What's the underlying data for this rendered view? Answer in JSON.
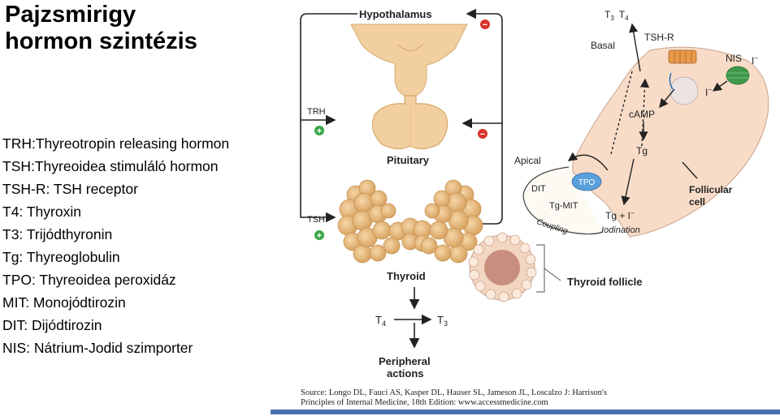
{
  "title": {
    "line1": "Pajzsmirigy",
    "line2": "hormon szintézis"
  },
  "glossary": [
    "TRH:Thyreotropin releasing hormon",
    "TSH:Thyreoidea stimuláló hormon",
    "TSH-R: TSH receptor",
    "T4: Thyroxin",
    "T3: Trijódthyronin",
    "Tg: Thyreoglobulin",
    "TPO: Thyreoidea peroxidáz",
    "MIT: Monojódtirozin",
    "DIT: Dijódtirozin",
    "NIS: Nátrium-Jodid szimporter"
  ],
  "diagram": {
    "hypothalamus": "Hypothalamus",
    "pituitary": "Pituitary",
    "thyroid": "Thyroid",
    "thyroid_follicle": "Thyroid follicle",
    "trh": "TRH",
    "tsh": "TSH",
    "t4": "T",
    "t4_sub": "4",
    "t3": "T",
    "t3_sub": "3",
    "peripheral_line1": "Peripheral",
    "peripheral_line2": "actions",
    "basal": "Basal",
    "tsh_r": "TSH-R",
    "nis": "NIS",
    "iodide": "I",
    "camp": "cAMP",
    "tg": "Tg",
    "apical": "Apical",
    "tpo": "TPO",
    "dit": "DIT",
    "tg_mit": "Tg-MIT",
    "coupling": "Coupling",
    "tg_plus_i": "Tg + I",
    "iodination": "Iodination",
    "follicular_line1": "Follicular",
    "follicular_line2": "cell",
    "t3_t4_top": "T",
    "minus_sign": "−",
    "plus_sign": "+"
  },
  "source": {
    "line1": "Source: Longo DL, Fauci AS, Kasper DL, Hauser SL, Jameson JL, Loscalzo J: Harrison's",
    "line2": "Principles of Internal Medicine, 18th Edition: www.accessmedicine.com"
  },
  "colors": {
    "gland": "#f1cfa0",
    "gland_dark": "#d9a86a",
    "cell": "#f8dcc8",
    "minus": "#d9342b",
    "plus": "#3aa648",
    "tpo": "#5aa0dc"
  }
}
